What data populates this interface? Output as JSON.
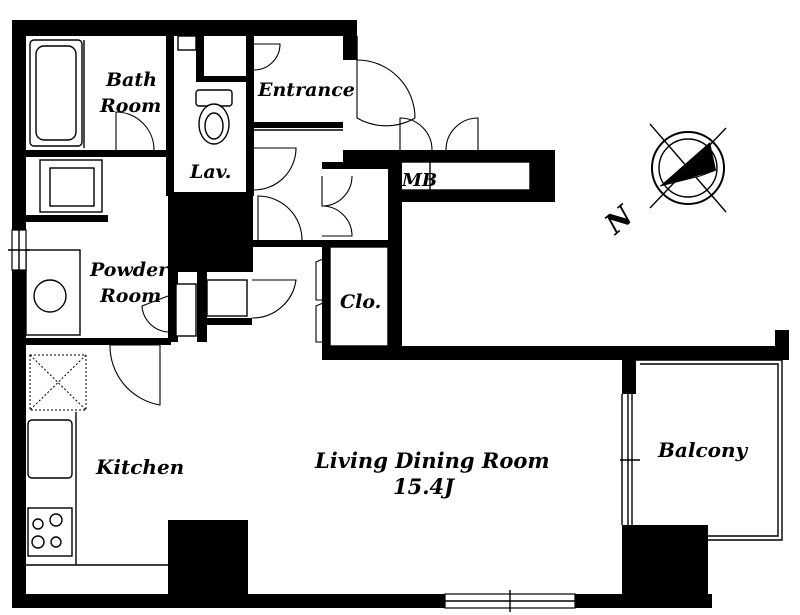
{
  "rooms": {
    "bath_line1": "Bath",
    "bath_line2": "Room",
    "entrance": "Entrance",
    "lav": "Lav.",
    "mb": "MB",
    "powder_line1": "Powder",
    "powder_line2": "Room",
    "closet": "Clo.",
    "kitchen": "Kitchen",
    "living": "Living Dining Room",
    "living_area": "15.4J",
    "balcony": "Balcony"
  },
  "compass": {
    "north_label": "N"
  },
  "colors": {
    "wall": "#000000",
    "background": "#ffffff"
  }
}
